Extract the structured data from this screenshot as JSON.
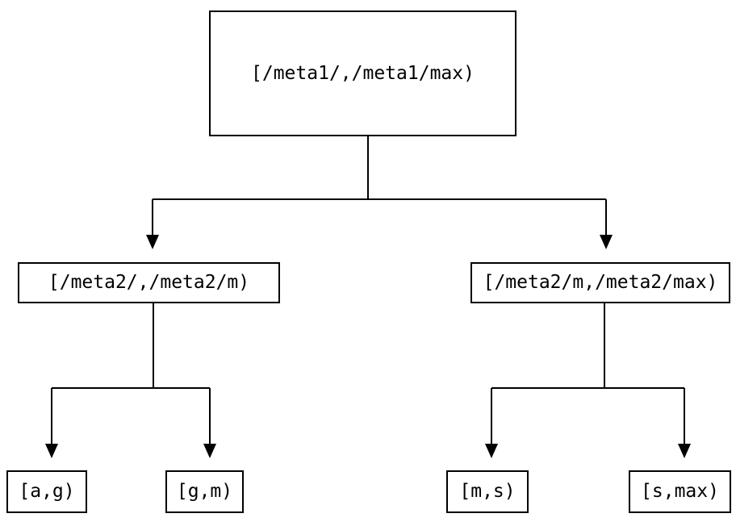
{
  "diagram": {
    "type": "tree",
    "description": "Interval partition tree: root key range split into meta2 sub-ranges, then into leaf key ranges",
    "colors": {
      "background": "#ffffff",
      "line": "#000000",
      "text": "#000000",
      "node_fill": "#ffffff",
      "node_border": "#000000"
    },
    "nodes": {
      "root": {
        "label": "[/meta1/,/meta1/max)"
      },
      "mid_left": {
        "label": "[/meta2/,/meta2/m)"
      },
      "mid_right": {
        "label": "[/meta2/m,/meta2/max)"
      },
      "leaf_ag": {
        "label": "[a,g)"
      },
      "leaf_gm": {
        "label": "[g,m)"
      },
      "leaf_ms": {
        "label": "[m,s)"
      },
      "leaf_smax": {
        "label": "[s,max)"
      }
    },
    "edges": [
      {
        "from": "root",
        "to": "mid_left",
        "arrow": "down"
      },
      {
        "from": "root",
        "to": "mid_right",
        "arrow": "down"
      },
      {
        "from": "mid_left",
        "to": "leaf_ag",
        "arrow": "down"
      },
      {
        "from": "mid_left",
        "to": "leaf_gm",
        "arrow": "down"
      },
      {
        "from": "mid_right",
        "to": "leaf_ms",
        "arrow": "down"
      },
      {
        "from": "mid_right",
        "to": "leaf_smax",
        "arrow": "down"
      }
    ]
  }
}
